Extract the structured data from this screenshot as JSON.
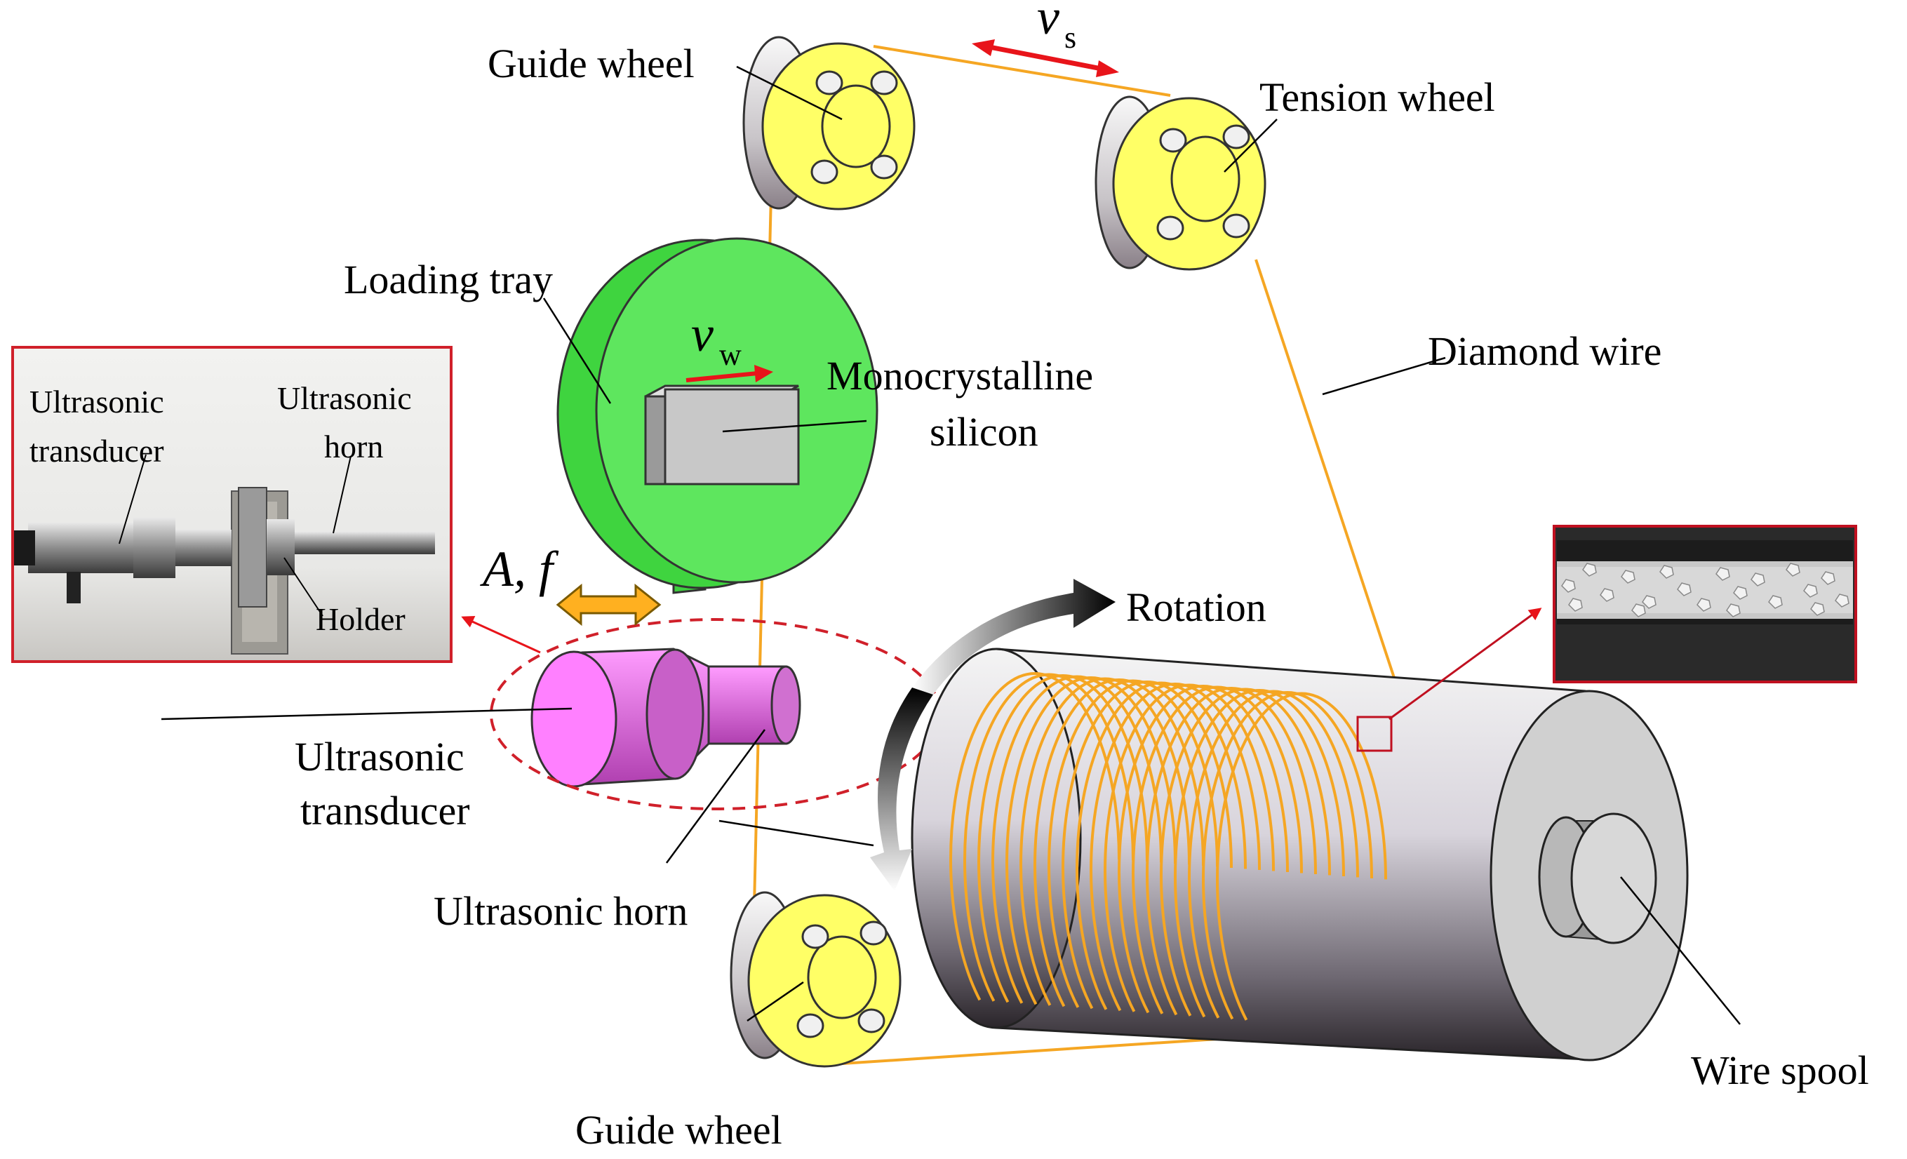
{
  "labels": {
    "guide_wheel_top": "Guide wheel",
    "tension_wheel": "Tension wheel",
    "loading_tray": "Loading tray",
    "mono_line1": "Monocrystalline",
    "mono_line2": "silicon",
    "diamond_wire": "Diamond wire",
    "rotation": "Rotation",
    "ultra_transducer_line1": "Ultrasonic",
    "ultra_transducer_line2": "transducer",
    "ultra_horn": "Ultrasonic horn",
    "guide_wheel_bottom": "Guide wheel",
    "wire_spool": "Wire spool",
    "amp_freq": "A, f",
    "vs_symbol": "v",
    "vs_sub": "s",
    "vw_symbol": "v",
    "vw_sub": "w"
  },
  "photo_inset": {
    "transducer_line1": "Ultrasonic",
    "transducer_line2": "transducer",
    "horn_line1": "Ultrasonic",
    "horn_line2": "horn",
    "holder": "Holder"
  },
  "colors": {
    "wire": "#f5a623",
    "wheel_face": "#ffff66",
    "tray": "#5ee65e",
    "transducer": "#ff80ff",
    "arrow_red": "#e8141a",
    "inset_border": "#d0202a",
    "arrow_orange": "#ffb020"
  }
}
